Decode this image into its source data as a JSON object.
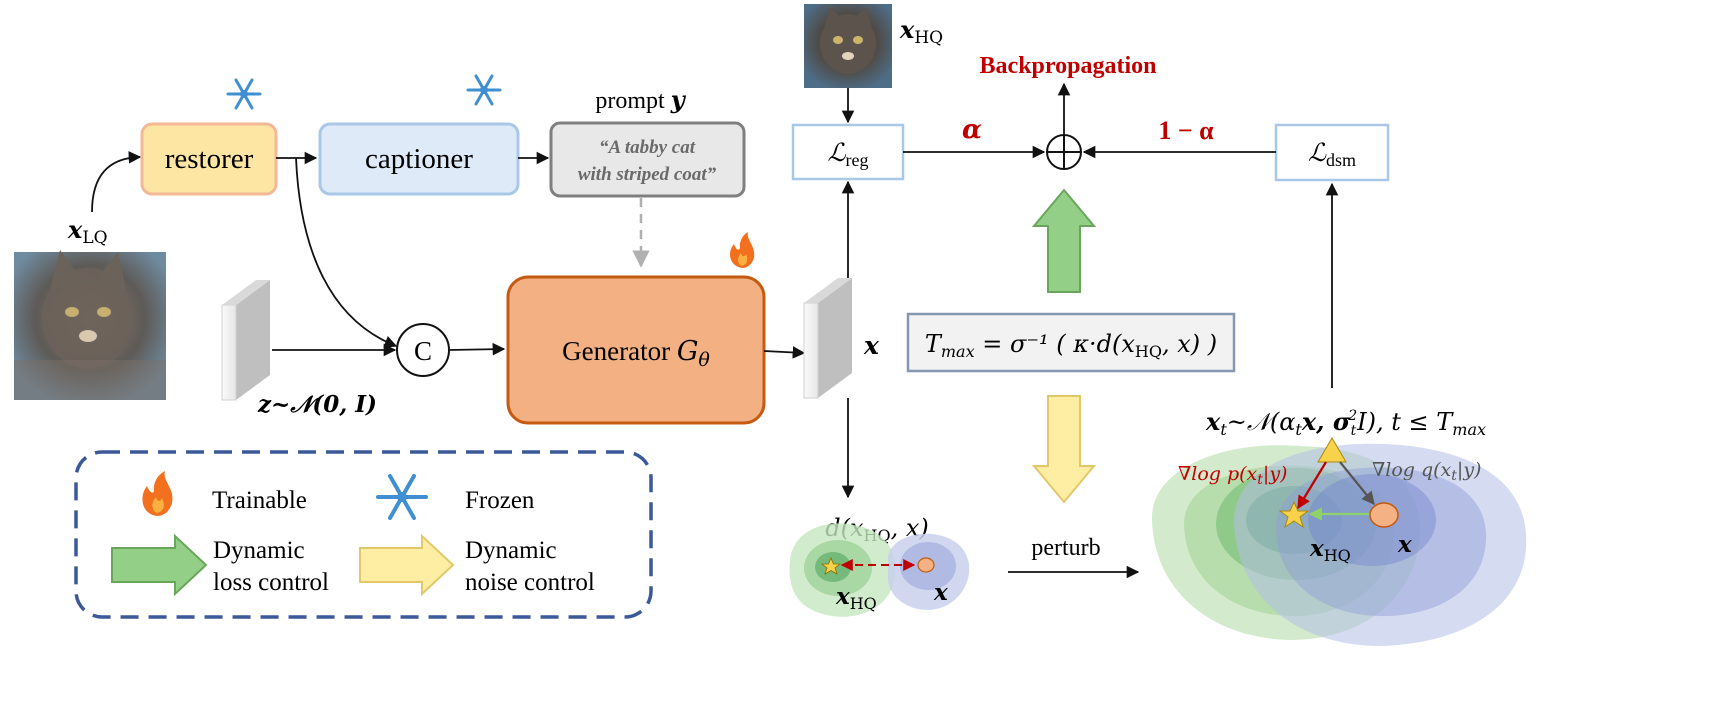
{
  "pipeline": {
    "restorer_label": "restorer",
    "captioner_label": "captioner",
    "prompt_title_text": "prompt ",
    "prompt_title_var": "y",
    "prompt_line1": "“A tabby cat",
    "prompt_line2": "with striped coat”",
    "generator_label": "Generator ",
    "generator_var": "G",
    "generator_sub": "θ",
    "concat_label": "C",
    "x_lq": "x",
    "x_lq_sub": "LQ",
    "noise_label": "z~𝒩(0, 𝑰)",
    "output_x": "x"
  },
  "loss": {
    "x_hq": "x",
    "x_hq_sub": "HQ",
    "backprop_label": "Backpropagation",
    "l_reg": "ℒ",
    "l_reg_sub": "reg",
    "l_dsm": "ℒ",
    "l_dsm_sub": "dsm",
    "alpha_label": "α",
    "one_minus_alpha": "1 − α",
    "tmax_formula": "T",
    "tmax_sub": "max",
    "tmax_rhs": " = σ⁻¹ ( κ·d(x",
    "tmax_rhs_sub": "HQ",
    "tmax_tail": ", x) )"
  },
  "distance": {
    "d_label": "d(x",
    "d_sub": "HQ",
    "d_tail": ", x)",
    "xhq": "x",
    "xhq_sub": "HQ",
    "x": "x",
    "perturb_label": "perturb"
  },
  "diffusion": {
    "xt_label": "x",
    "xt_sub": "t",
    "xt_rest": "~𝒩(α",
    "xt_rest_sub": "t",
    "xt_rest2": "x, σ",
    "xt_rest2_sub": "t",
    "xt_rest2_sup": "2",
    "xt_rest3": "I), t ≤ T",
    "xt_rest3_sub": "max",
    "grad_p": "∇log p(x",
    "grad_p_sub": "t",
    "grad_p_tail": "|y)",
    "grad_q": "∇log q(x",
    "grad_q_sub": "t",
    "grad_q_tail": "|y)",
    "xhq": "x",
    "xhq_sub": "HQ",
    "x": "x"
  },
  "legend": {
    "trainable": "Trainable",
    "frozen": "Frozen",
    "dyn_loss_1": "Dynamic",
    "dyn_loss_2": "loss control",
    "dyn_noise_1": "Dynamic",
    "dyn_noise_2": "noise control"
  },
  "colors": {
    "restorer_fill": "#fde5a4",
    "restorer_stroke": "#f5b897",
    "captioner_fill": "#deeaf7",
    "captioner_stroke": "#a9c8e8",
    "prompt_fill": "#e8e8e8",
    "generator_fill": "#f3b183",
    "generator_stroke": "#c55a11",
    "red_text": "#c00000",
    "green_arrow": "#93cf87",
    "yellow_arrow": "#fdeea4",
    "legend_border": "#3b5998",
    "snow": "#3f8fd2",
    "fire": "#f2701e"
  }
}
